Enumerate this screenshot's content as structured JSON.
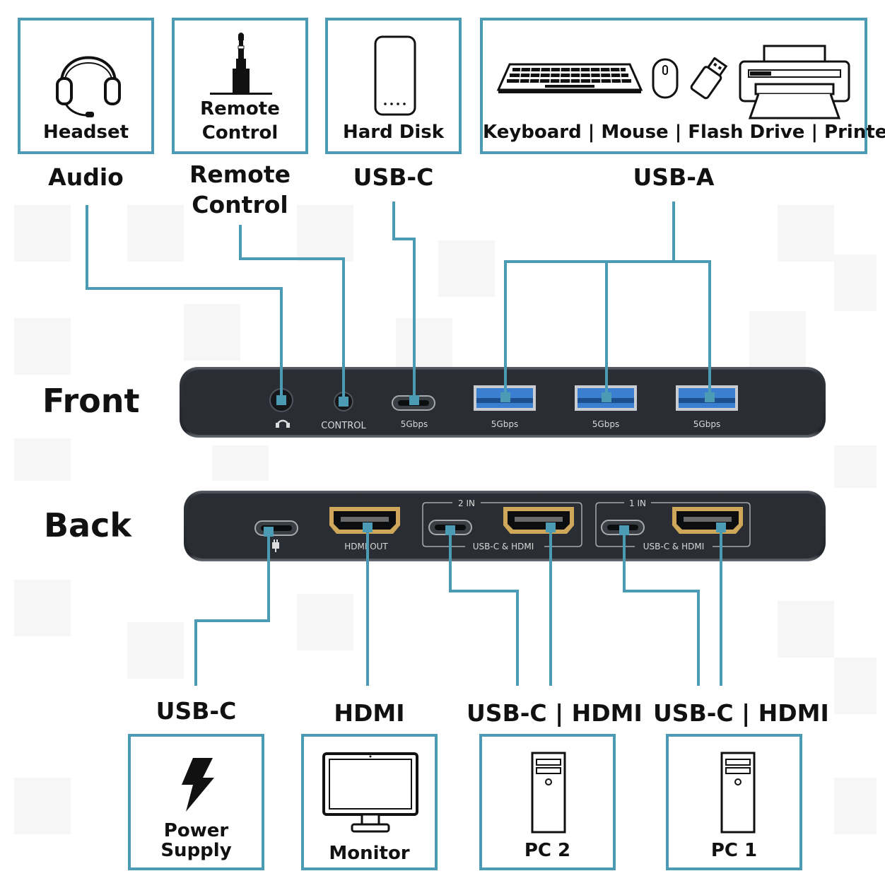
{
  "devices_top": {
    "headset": {
      "label": "Headset",
      "icon": "headset-icon",
      "port": "Audio"
    },
    "remote": {
      "label_line1": "Remote",
      "label_line2": "Control",
      "icon": "audio-jack-icon",
      "port_line1": "Remote",
      "port_line2": "Control"
    },
    "harddisk": {
      "label": "Hard Disk",
      "icon": "hard-disk-icon",
      "port": "USB-C"
    },
    "usb_a_group": {
      "label": "Keyboard | Mouse | Flash Drive | Printer",
      "icons": [
        "keyboard-icon",
        "mouse-icon",
        "flash-drive-icon",
        "printer-icon"
      ],
      "port": "USB-A"
    }
  },
  "front": {
    "title": "Front",
    "control_label": "CONTROL",
    "usbc_speed": "5Gbps",
    "usba1_speed": "5Gbps",
    "usba2_speed": "5Gbps",
    "usba3_speed": "5Gbps"
  },
  "back": {
    "title": "Back",
    "hdmi_out_label": "HDMI OUT",
    "group2_title": "2 IN",
    "group2_label": "USB-C & HDMI",
    "group1_title": "1 IN",
    "group1_label": "USB-C & HDMI"
  },
  "devices_bottom": {
    "power": {
      "port": "USB-C",
      "label_line1": "Power",
      "label_line2": "Supply",
      "icon": "lightning-icon"
    },
    "monitor": {
      "port": "HDMI",
      "label": "Monitor",
      "icon": "monitor-icon"
    },
    "pc2": {
      "port": "USB-C | HDMI",
      "label": "PC 2",
      "icon": "pc-tower-icon"
    },
    "pc1": {
      "port": "USB-C | HDMI",
      "label": "PC 1",
      "icon": "pc-tower-icon"
    }
  },
  "colors": {
    "accent": "#4a9bb3",
    "hub_body": "#2b2f36",
    "usb_blue": "#3b7fd1"
  }
}
